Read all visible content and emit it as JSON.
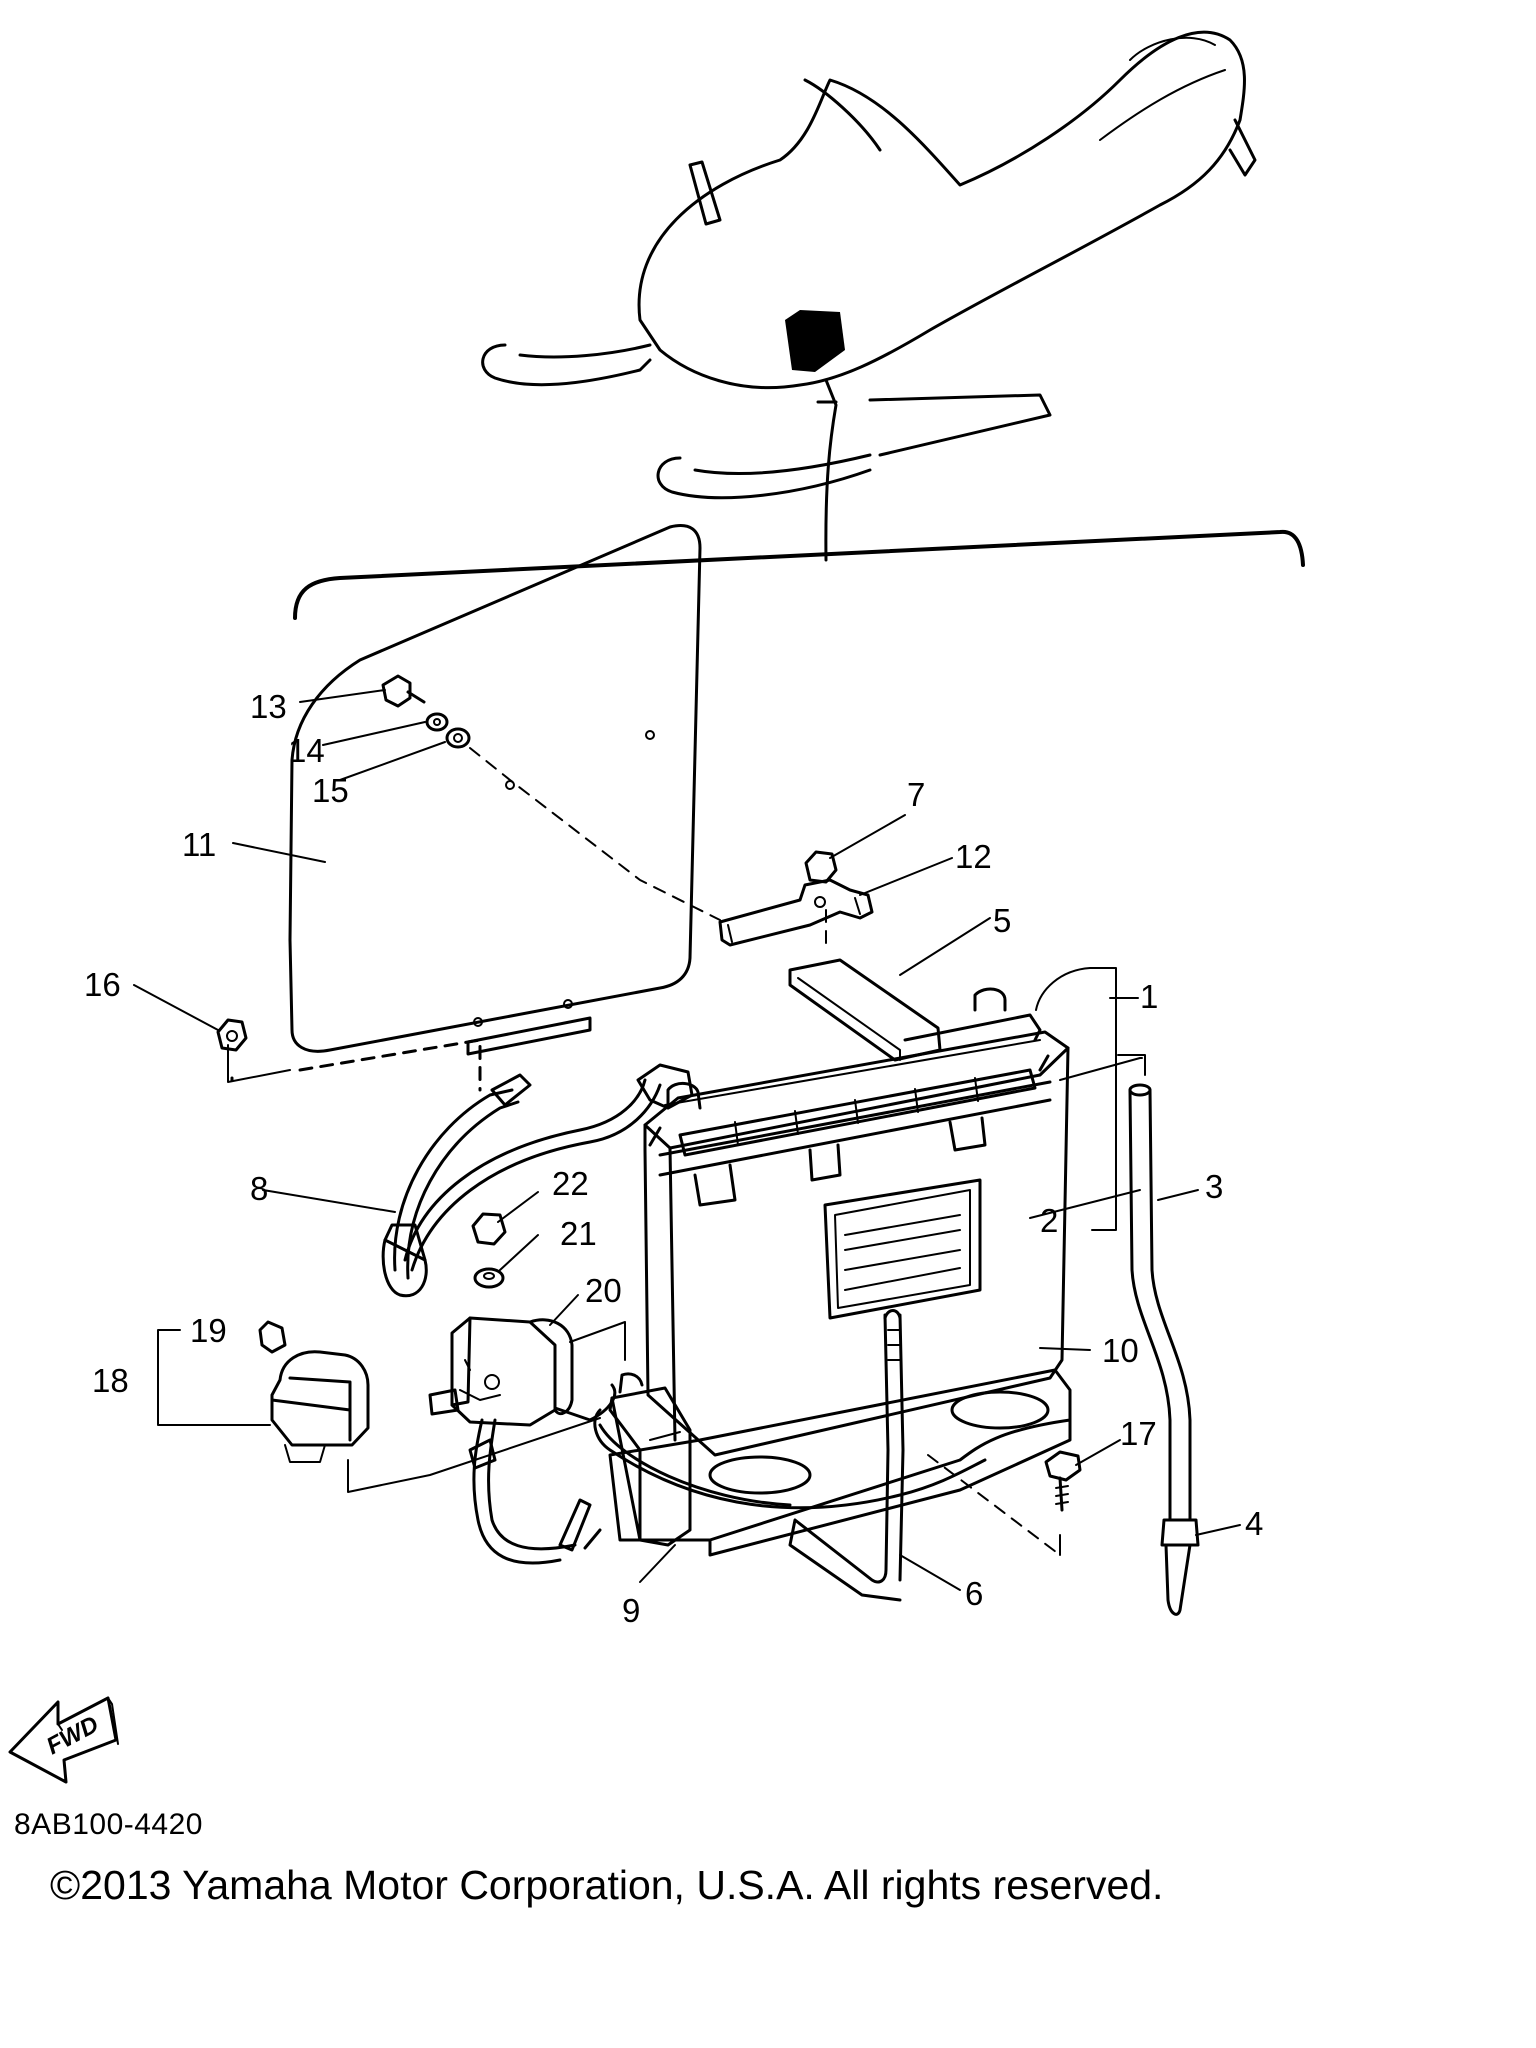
{
  "diagram": {
    "diagram_code": "8AB100-4420",
    "copyright": "©2013 Yamaha Motor Corporation, U.S.A. All rights reserved.",
    "fwd_arrow_text": "FWD",
    "callouts": [
      "1",
      "2",
      "3",
      "4",
      "5",
      "6",
      "7",
      "8",
      "9",
      "10",
      "11",
      "12",
      "13",
      "14",
      "15",
      "16",
      "17",
      "18",
      "19",
      "20",
      "21",
      "22"
    ]
  }
}
